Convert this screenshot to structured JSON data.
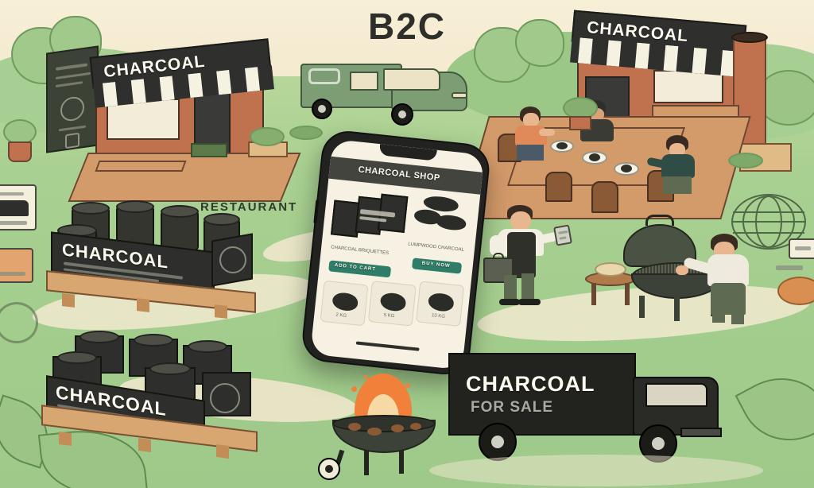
{
  "image": {
    "title": "B2C",
    "style": "flat vector illustration, isometric charcoal B2C distribution scene"
  },
  "palette": {
    "sky": "#f4ecd2",
    "grass": "#a9d092",
    "grass_dark": "#9cc887",
    "path": "#f2e9cf",
    "charcoal_black": "#2e2f2c",
    "brick": "#c0714d",
    "wood": "#d39a6a",
    "van_green": "#7d9e74",
    "cta_teal": "#2f7d68",
    "flame_orange": "#f0803a"
  },
  "labels": {
    "heading": "B2C",
    "shop_left_sign": "CHARCOAL",
    "shop_right_sign": "CHARCOAL",
    "restaurant_label": "RESTAURANT",
    "pallet_top_sign": "CHARCOAL",
    "pallet_bottom_sign": "CHARCOAL",
    "truck_line1": "CHARCOAL",
    "truck_line2": "FOR SALE"
  },
  "phone": {
    "app_header": "CHARCOAL SHOP",
    "primary_cta": "BUY NOW",
    "secondary_cta": "ADD TO CART",
    "product_caption_1": "CHARCOAL BRIQUETTES",
    "product_caption_2": "LUMPWOOD CHARCOAL",
    "thumb_1": "2 KG",
    "thumb_2": "5 KG",
    "thumb_3": "10 KG"
  },
  "scene_elements": [
    {
      "name": "charcoal-shop-left",
      "description": "storefront with striped awning and CHARCOAL sign"
    },
    {
      "name": "charcoal-shop-right",
      "description": "storefront with striped awning, CHARCOAL sign and brick chimney"
    },
    {
      "name": "delivery-van",
      "description": "green delivery van at top centre"
    },
    {
      "name": "delivery-truck",
      "description": "black box truck with CHARCOAL lettering"
    },
    {
      "name": "charcoal-pallet-top",
      "description": "pallet of stacked charcoal drums and boxes"
    },
    {
      "name": "charcoal-pallet-bottom",
      "description": "second pallet of charcoal product"
    },
    {
      "name": "smartphone-store",
      "description": "smartphone showing the online charcoal store"
    },
    {
      "name": "restaurant-patio",
      "description": "three diners at an outdoor wooden table"
    },
    {
      "name": "chef-with-tablet",
      "description": "chef in apron holding briefcase and tablet"
    },
    {
      "name": "bbq-grill-scene",
      "description": "person opening a kettle barbecue grill"
    },
    {
      "name": "fire-pit",
      "description": "grill with burning flame and charcoal embers"
    },
    {
      "name": "globe-icon",
      "description": "wireframe globe representing global reach"
    }
  ]
}
